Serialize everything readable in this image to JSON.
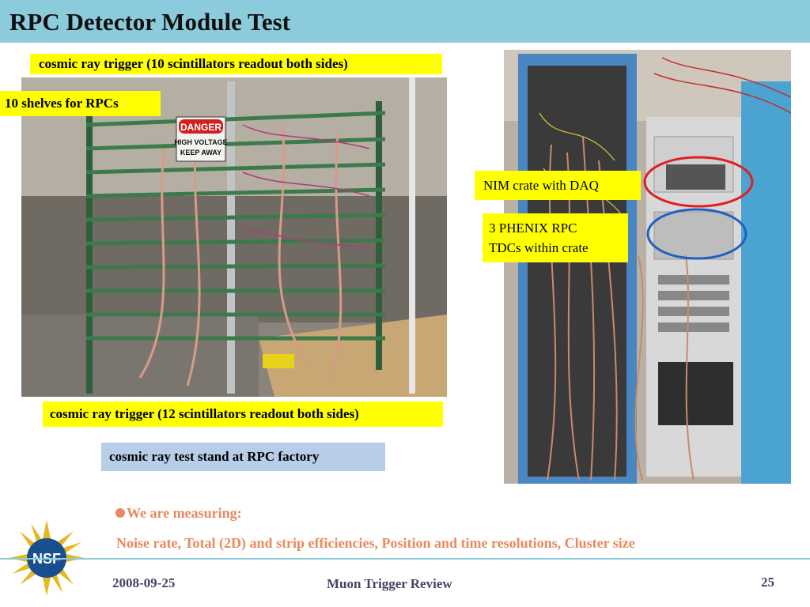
{
  "slide": {
    "title": "RPC Detector Module Test"
  },
  "callouts": {
    "top_trigger": "cosmic ray trigger (10 scintillators readout both sides)",
    "shelves": "10 shelves for RPCs",
    "bottom_trigger": "cosmic ray trigger (12 scintillators readout both sides)",
    "test_stand": "cosmic ray test stand at RPC factory",
    "nim_crate": "NIM crate with DAQ",
    "tdc_line1": "3 PHENIX RPC",
    "tdc_line2": "TDCs within crate"
  },
  "photo_left": {
    "sign_line1": "DANGER",
    "sign_line2": "HIGH VOLTAGE",
    "sign_line3": "KEEP AWAY"
  },
  "body": {
    "bullet_heading": "We are measuring:",
    "bullet_text": "Noise rate, Total (2D) and strip efficiencies, Position and time resolutions, Cluster size"
  },
  "logo": {
    "text": "NSF"
  },
  "footer": {
    "date": "2008-09-25",
    "center": "Muon Trigger Review",
    "page": "25"
  },
  "colors": {
    "title_bar": "#8ccbdb",
    "callout_yellow": "#ffff00",
    "caption_blue": "#b7cde8",
    "bullet_orange": "#e8895f",
    "ellipse_red": "#e02020",
    "ellipse_blue": "#2060c0"
  }
}
